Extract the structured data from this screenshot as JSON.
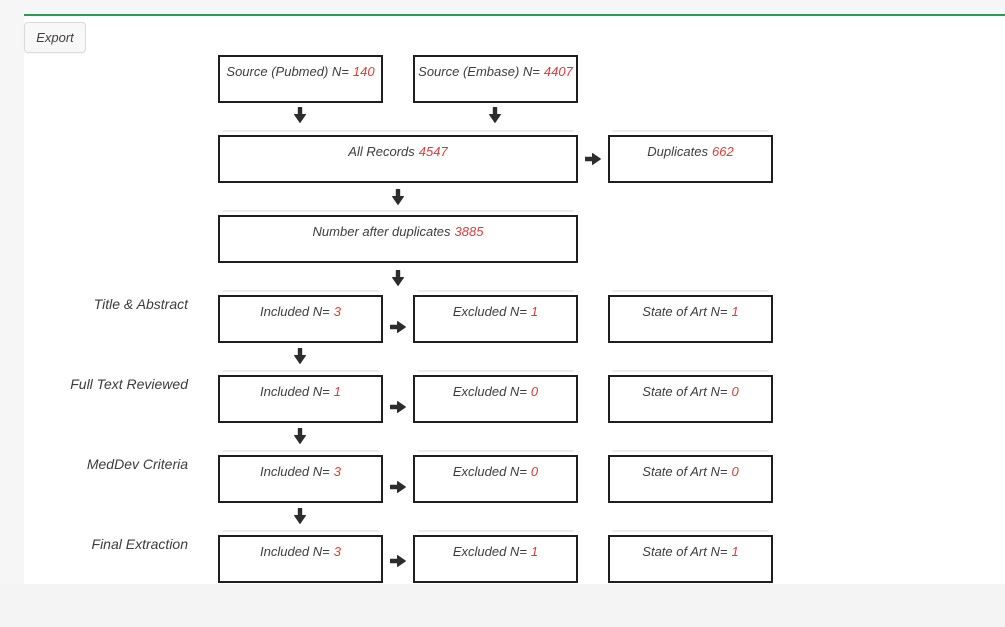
{
  "toolbar": {
    "export_label": "Export"
  },
  "colors": {
    "accent_green": "#2a9d5d",
    "value_red": "#e03a3a",
    "box_border": "#1f1f1f"
  },
  "flow": {
    "sources": [
      {
        "label": "Source (Pubmed) N=",
        "value": "140"
      },
      {
        "label": "Source (Embase) N=",
        "value": "4407"
      }
    ],
    "all_records": {
      "label": "All Records",
      "value": "4547"
    },
    "duplicates": {
      "label": "Duplicates",
      "value": "662"
    },
    "after_duplicates": {
      "label": "Number after duplicates",
      "value": "3885"
    },
    "stages": [
      {
        "name": "Title & Abstract",
        "included_label": "Included N=",
        "included_value": "3",
        "excluded_label": "Excluded N=",
        "excluded_value": "1",
        "state_label": "State of Art N=",
        "state_value": "1"
      },
      {
        "name": "Full Text Reviewed",
        "included_label": "Included N=",
        "included_value": "1",
        "excluded_label": "Excluded N=",
        "excluded_value": "0",
        "state_label": "State of Art N=",
        "state_value": "0"
      },
      {
        "name": "MedDev Criteria",
        "included_label": "Included N=",
        "included_value": "3",
        "excluded_label": "Excluded N=",
        "excluded_value": "0",
        "state_label": "State of Art N=",
        "state_value": "0"
      },
      {
        "name": "Final Extraction",
        "included_label": "Included N=",
        "included_value": "3",
        "excluded_label": "Excluded N=",
        "excluded_value": "1",
        "state_label": "State of Art N=",
        "state_value": "1"
      }
    ]
  }
}
